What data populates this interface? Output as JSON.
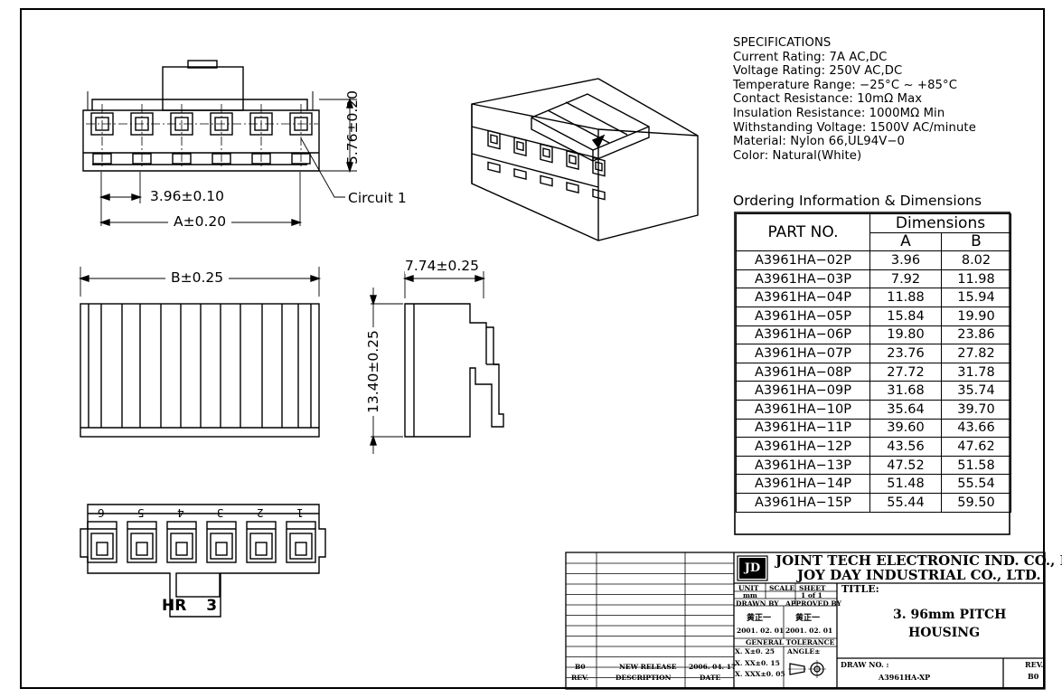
{
  "specs": {
    "heading": "SPECIFICATIONS",
    "lines": [
      "Current Rating: 7A AC,DC",
      "Voltage Rating: 250V AC,DC",
      "Temperature Range: −25°C ~ +85°C",
      "Contact Resistance: 10mΩ Max",
      "Insulation Resistance: 1000MΩ Min",
      "Withstanding Voltage: 1500V AC/minute",
      "Material: Nylon 66,UL94V−0",
      "Color: Natural(White)"
    ]
  },
  "ordering": {
    "title": "Ordering Information & Dimensions",
    "col_part": "PART NO.",
    "col_dims": "Dimensions",
    "col_a": "A",
    "col_b": "B",
    "rows": [
      [
        "A3961HA−02P",
        "3.96",
        "8.02"
      ],
      [
        "A3961HA−03P",
        "7.92",
        "11.98"
      ],
      [
        "A3961HA−04P",
        "11.88",
        "15.94"
      ],
      [
        "A3961HA−05P",
        "15.84",
        "19.90"
      ],
      [
        "A3961HA−06P",
        "19.80",
        "23.86"
      ],
      [
        "A3961HA−07P",
        "23.76",
        "27.82"
      ],
      [
        "A3961HA−08P",
        "27.72",
        "31.78"
      ],
      [
        "A3961HA−09P",
        "31.68",
        "35.74"
      ],
      [
        "A3961HA−10P",
        "35.64",
        "39.70"
      ],
      [
        "A3961HA−11P",
        "39.60",
        "43.66"
      ],
      [
        "A3961HA−12P",
        "43.56",
        "47.62"
      ],
      [
        "A3961HA−13P",
        "47.52",
        "51.58"
      ],
      [
        "A3961HA−14P",
        "51.48",
        "55.54"
      ],
      [
        "A3961HA−15P",
        "55.44",
        "59.50"
      ]
    ]
  },
  "dims": {
    "pitch": "3.96±0.10",
    "a": "A±0.20",
    "height": "5.76±0.20",
    "circuit": "Circuit 1",
    "b": "B±0.25",
    "depth": "7.74±0.25",
    "side_height": "13.40±0.25",
    "bottom_label": "HR",
    "bottom_num": "3",
    "pin_numbers": [
      "6",
      "5",
      "4",
      "3",
      "2",
      "1"
    ]
  },
  "titleblock": {
    "company1": "JOINT TECH ELECTRONIC IND. CO., LTD.",
    "company2": "JOY DAY INDUSTRIAL CO., LTD.",
    "unit_label": "UNIT",
    "scale_label": "SCALE",
    "sheet_label": "SHEET",
    "unit_value": "mm",
    "sheet_value": "1 of 1",
    "drawn_label": "DRAWN BY",
    "approved_label": "APPROVED BY",
    "drawn_name": "黄正一",
    "approved_name": "黄正一",
    "drawn_date": "2001. 02. 01",
    "approved_date": "2001. 02. 01",
    "tolerance_label": "GENERAL TOLERANCE",
    "tol1": "X. X±0. 25",
    "tol2": "X. XX±0. 15",
    "tol3": "X. XXX±0. 05",
    "angle_label": "ANGLE±",
    "title_label": "TITLE:",
    "title_line1": "3. 96mm PITCH",
    "title_line2": "HOUSING",
    "drawno_label": "DRAW NO. :",
    "drawno_value": "A3961HA-XP",
    "rev_label": "REV.",
    "rev_value": "B0",
    "rev_row": {
      "rev": "B0",
      "desc": "NEW RELEASE",
      "date": "2006. 04. 17"
    },
    "hdr_rev": "REV.",
    "hdr_desc": "DESCRIPTION",
    "hdr_date": "DATE"
  }
}
